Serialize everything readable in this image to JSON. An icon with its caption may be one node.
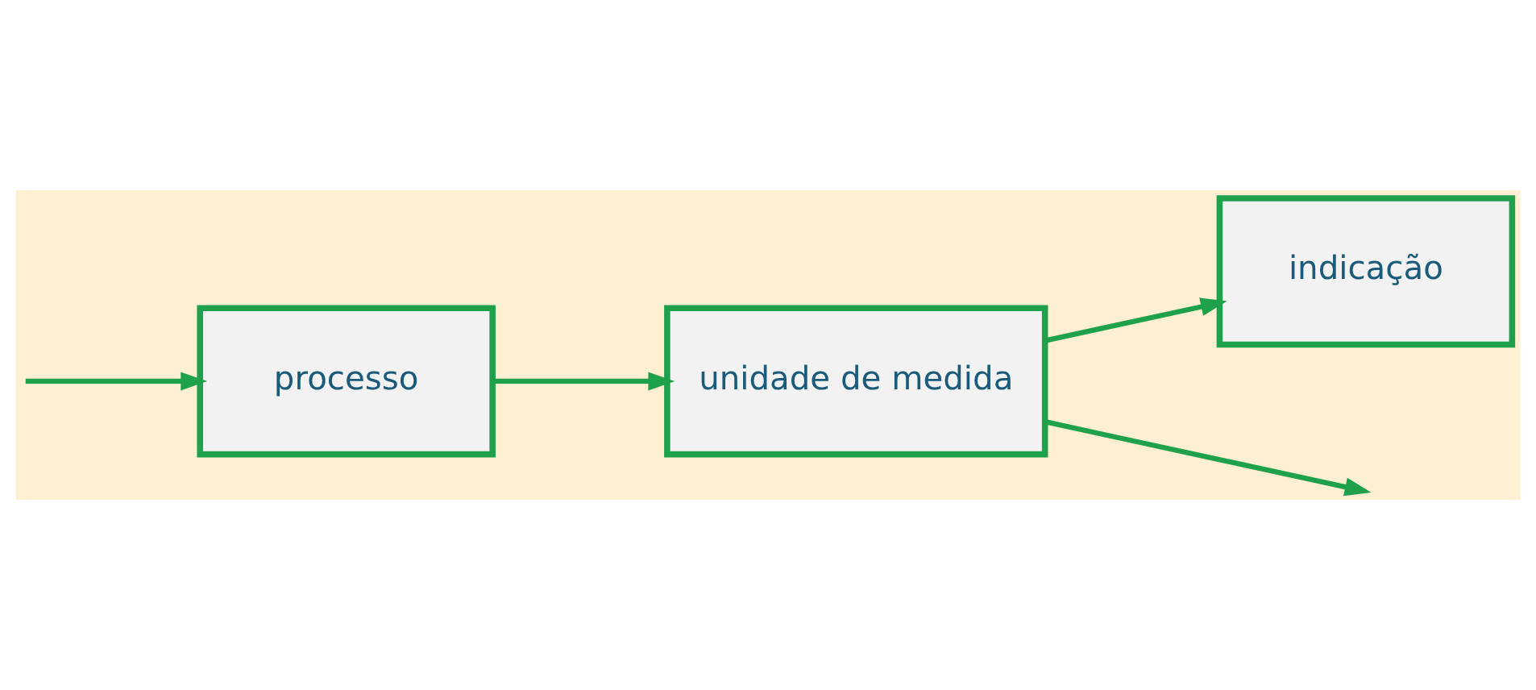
{
  "diagram": {
    "nodes": [
      {
        "text": [
          "processo"
        ]
      },
      {
        "text": [
          "unidade de medida"
        ]
      },
      {
        "text": [
          "indicação"
        ]
      }
    ],
    "edges": [
      {
        "from": null,
        "to": 0,
        "arrow": "to"
      },
      {
        "from": 0,
        "to": 1,
        "arrow": "to"
      },
      {
        "from": 1,
        "to": null,
        "arrow": "to"
      },
      {
        "from": 1,
        "to": 2,
        "arrow": "to"
      }
    ]
  }
}
